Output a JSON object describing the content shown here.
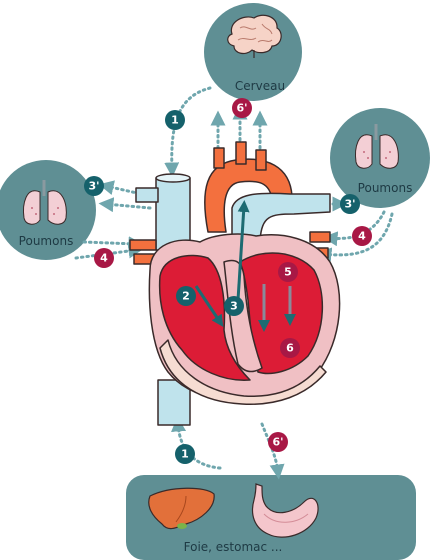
{
  "labels": {
    "brain": "Cerveau",
    "lungs_left": "Poumons",
    "lungs_right": "Poumons",
    "organs": "Foie, estomac ..."
  },
  "badges": {
    "b1_top": "1",
    "b6p_top": "6'",
    "b3p_left": "3'",
    "b4_left": "4",
    "b3p_right": "3'",
    "b4_right": "4",
    "b2": "2",
    "b3": "3",
    "b5": "5",
    "b6": "6",
    "b1_bottom": "1",
    "b6p_bottom": "6'"
  },
  "colors": {
    "circle_bg": "#5f8f94",
    "teal_badge": "#15616b",
    "crimson_badge": "#a81845",
    "vein_blue": "#bfe3ec",
    "artery_orange": "#f3703e",
    "heart_pink": "#f0c0c4",
    "chamber_red": "#dc1c36",
    "dotted_arrow": "#6fa6ad"
  }
}
